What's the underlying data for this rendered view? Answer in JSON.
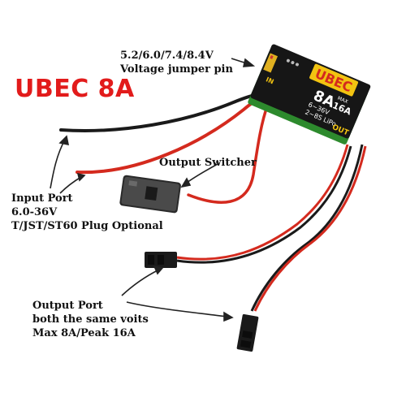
{
  "title": "UBEC 8A",
  "jumper": {
    "line1": "5.2/6.0/7.4/8.4V",
    "line2": "Voltage jumper pin"
  },
  "switcher": {
    "label": "Output Switcher"
  },
  "input": {
    "line1": "Input Port",
    "line2": "6.0-36V",
    "line3": "T/JST/ST60 Plug Optional"
  },
  "output": {
    "line1": "Output Port",
    "line2": "both the same voits",
    "line3": "Max 8A/Peak 16A"
  },
  "module": {
    "brand": "UBEC",
    "rating": "8A",
    "max_line1": "MAX",
    "max_line2": "16A",
    "spec_line1": "6~36V",
    "spec_line2": "2~8S LiPo",
    "in_label": "IN",
    "out_label": "OUT"
  },
  "colors": {
    "title": "#e21b1b",
    "module_body": "#161616",
    "brand_label": "#f2c311",
    "wire_red": "#d42a1e",
    "wire_black": "#1a1a1a",
    "pcb_green": "#2d8a2d"
  }
}
